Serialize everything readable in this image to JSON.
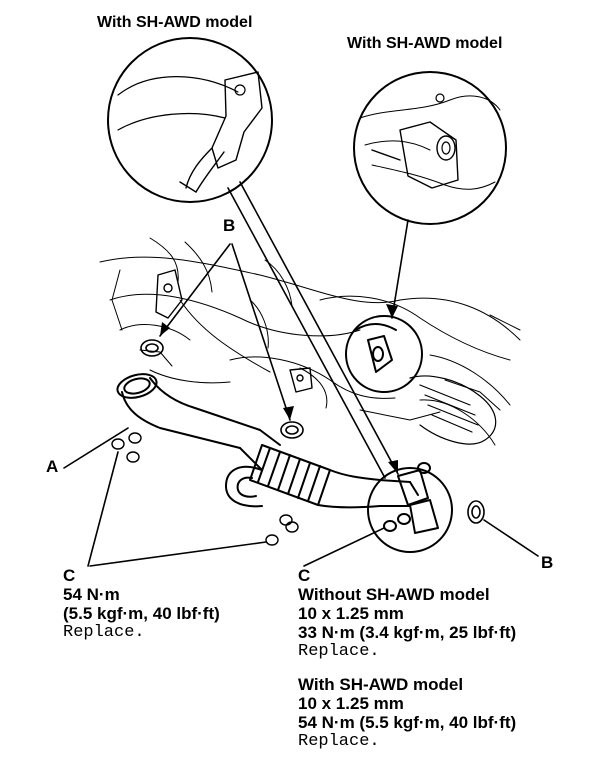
{
  "callouts": {
    "top_left_title": "With SH-AWD model",
    "top_right_title": "With SH-AWD model",
    "label_a": "A",
    "label_b_top": "B",
    "label_b_right": "B",
    "label_c_left": "C",
    "label_c_right": "C"
  },
  "torque_left": {
    "line1": "54 N·m",
    "line2": "(5.5 kgf·m, 40 lbf·ft)",
    "line3": "Replace."
  },
  "torque_right_without": {
    "line1": "Without SH-AWD model",
    "line2": "10 x 1.25 mm",
    "line3": "33 N·m (3.4 kgf·m, 25 lbf·ft)",
    "line4": "Replace."
  },
  "torque_right_with": {
    "line1": "With SH-AWD model",
    "line2": "10 x 1.25 mm",
    "line3": "54 N·m (5.5 kgf·m, 40 lbf·ft)",
    "line4": "Replace."
  },
  "colors": {
    "ink": "#000000",
    "background": "#ffffff"
  }
}
